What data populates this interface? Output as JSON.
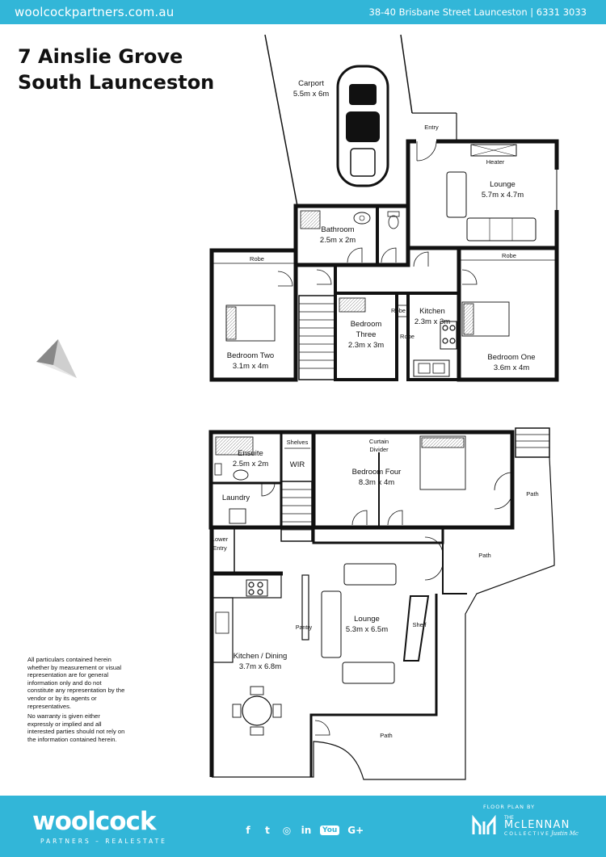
{
  "header": {
    "website": "woolcockpartners.com.au",
    "contact": "38-40 Brisbane Street Launceston | 6331 3033"
  },
  "property": {
    "address_line1": "7 Ainslie Grove",
    "address_line2": "South Launceston"
  },
  "upper_floor": {
    "carport": {
      "name": "Carport",
      "size": "5.5m x 6m"
    },
    "entry": "Entry",
    "heater": "Heater",
    "lounge": {
      "name": "Lounge",
      "size": "5.7m x 4.7m"
    },
    "bathroom": {
      "name": "Bathroom",
      "size": "2.5m x 2m"
    },
    "robe_left": "Robe",
    "robe_right": "Robe",
    "robe_small_1": "Robe",
    "robe_small_2": "Robe",
    "bedroom_two": {
      "name": "Bedroom Two",
      "size": "3.1m x 4m"
    },
    "bedroom_three": {
      "name_1": "Bedroom",
      "name_2": "Three",
      "size": "2.3m x 3m"
    },
    "kitchen": {
      "name": "Kitchen",
      "size": "2.3m x 3m"
    },
    "bedroom_one": {
      "name": "Bedroom One",
      "size": "3.6m x 4m"
    }
  },
  "lower_floor": {
    "ensuite": {
      "name": "Ensuite",
      "size": "2.5m x 2m"
    },
    "shelves": "Shelves",
    "wir": "WIR",
    "curtain_divider_1": "Curtain",
    "curtain_divider_2": "Divider",
    "bedroom_four": {
      "name": "Bedroom Four",
      "size": "8.3m x 4m"
    },
    "laundry": "Laundry",
    "lower_entry_1": "Lower",
    "lower_entry_2": "Entry",
    "path_1": "Path",
    "path_2": "Path",
    "path_3": "Path",
    "lounge": {
      "name": "Lounge",
      "size": "5.3m x 6.5m"
    },
    "pantry": "Pantry",
    "shelf": "Shelf",
    "kitchen_dining": {
      "name": "Kitchen / Dining",
      "size": "3.7m x 6.8m"
    }
  },
  "disclaimer": {
    "para1": "All particulars contained herein whether by measurement or visual representation are for general information only and do not constitute any representation by the vendor or by its agents or representatives.",
    "para2": "No warranty is given either expressly or implied and all interested parties should not rely on the information contained herein."
  },
  "footer": {
    "brand": "woolcock",
    "brand_sub": "PARTNERS – REALESTATE",
    "social_icons": [
      "facebook-icon",
      "twitter-icon",
      "instagram-icon",
      "linkedin-icon",
      "youtube-icon",
      "google-plus-icon"
    ],
    "social_glyphs": [
      "f",
      "t",
      "◎",
      "in",
      "You",
      "G+"
    ],
    "floor_plan_by": "FLOOR PLAN BY",
    "mclennan_the": "THE",
    "mclennan_name": "McLENNAN",
    "mclennan_collective": "COLLECTIVE",
    "signature": "Justin Mc"
  },
  "colors": {
    "brand_blue": "#32b6d8",
    "wall": "#111111",
    "floor": "#ffffff"
  }
}
